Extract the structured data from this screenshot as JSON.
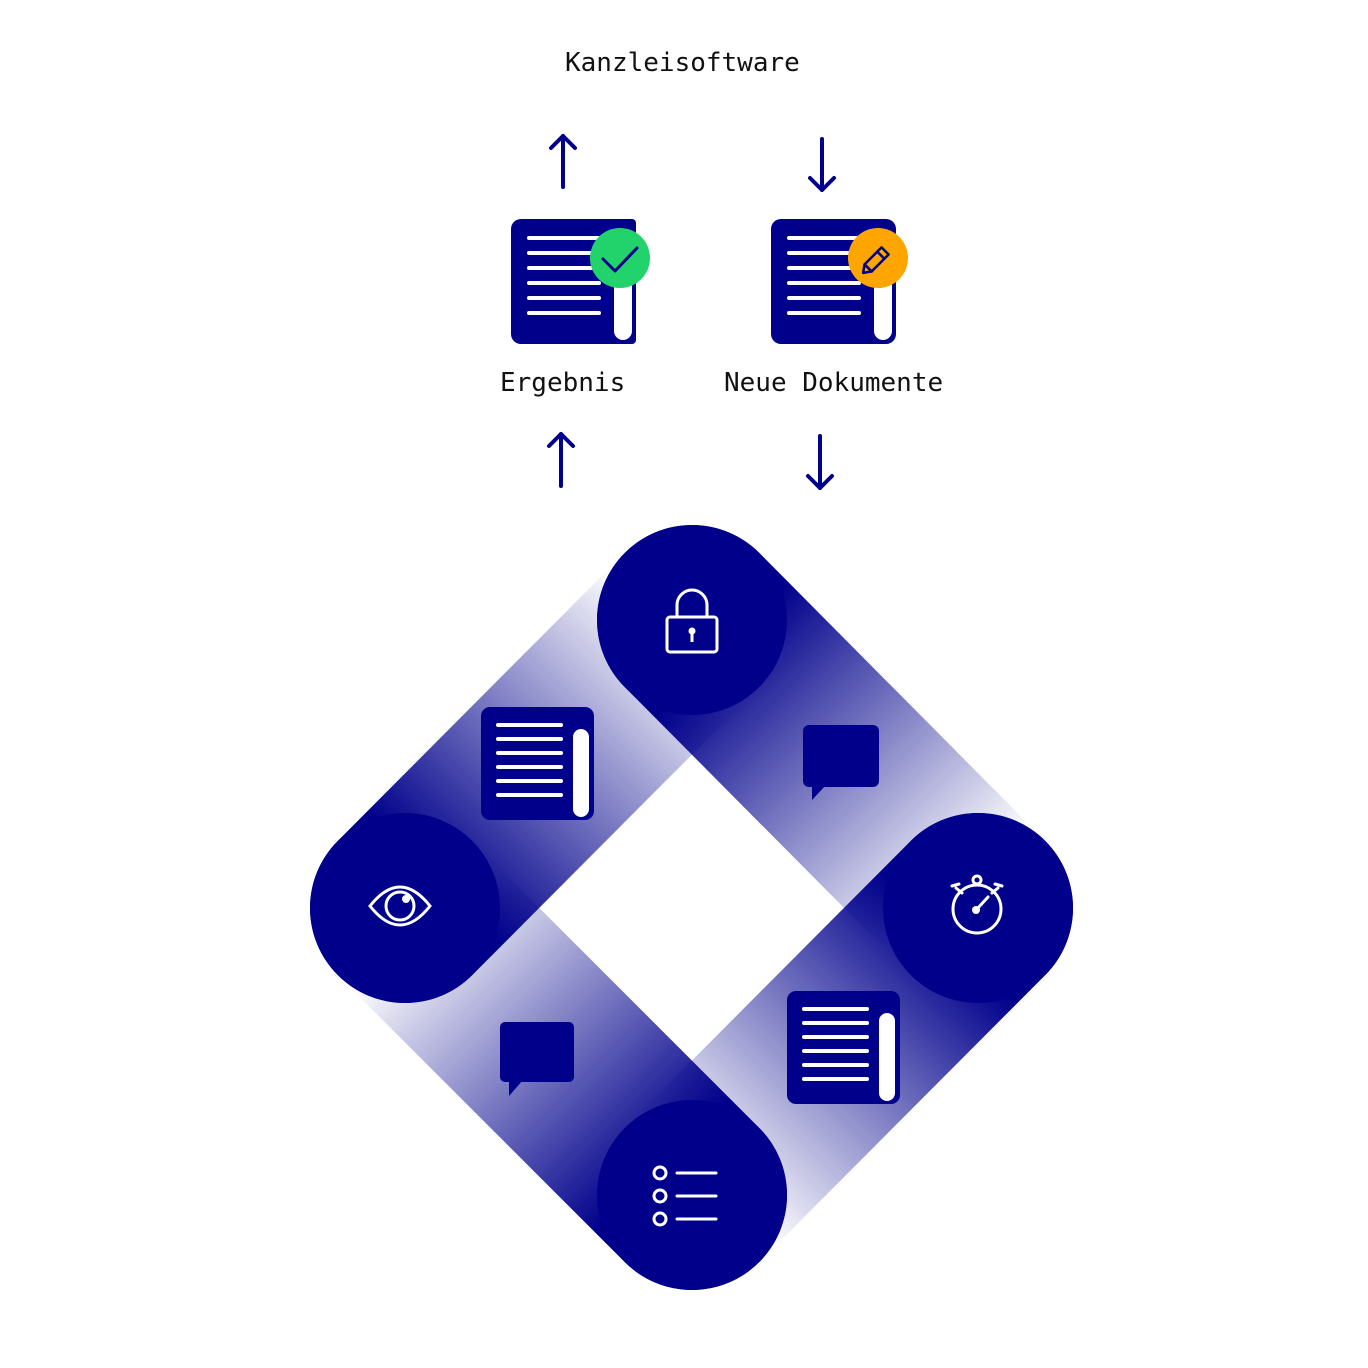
{
  "header": {
    "title": "Kanzleisoftware"
  },
  "documents": {
    "result_label": "Ergebnis",
    "new_docs_label": "Neue Dokumente"
  },
  "icons": {
    "result_badge": "checkmark-icon",
    "new_docs_badge": "pencil-icon",
    "loop": [
      "lock-icon",
      "chat-bubble-icon",
      "stopwatch-icon",
      "document-icon",
      "list-icon",
      "chat-bubble-icon",
      "eye-icon",
      "document-icon"
    ]
  },
  "colors": {
    "primary": "#00008b",
    "success": "#22d36b",
    "warning": "#ffa500",
    "text": "#111111",
    "background": "#ffffff"
  }
}
